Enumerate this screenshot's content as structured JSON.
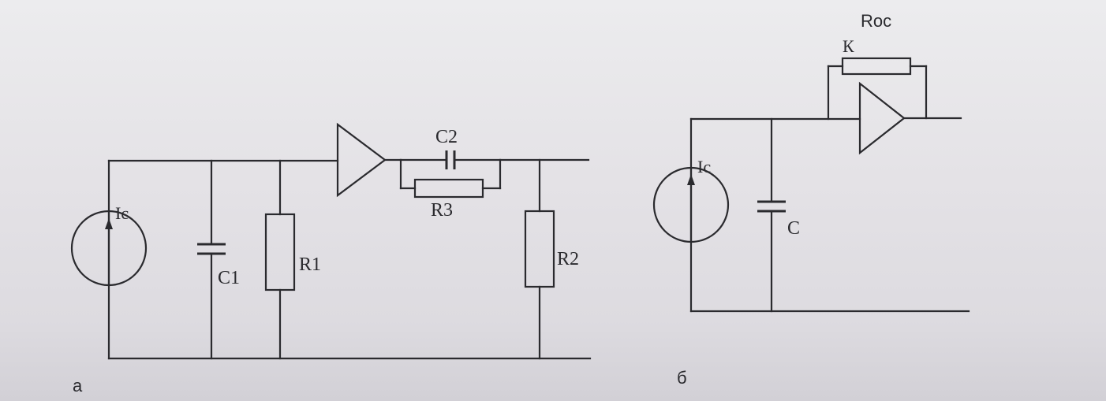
{
  "diagram_a": {
    "caption": "а",
    "source_label": "Ic",
    "c1_label": "C1",
    "r1_label": "R1",
    "c2_label": "C2",
    "r3_label": "R3",
    "r2_label": "R2"
  },
  "diagram_b": {
    "caption": "б",
    "source_label": "Ic",
    "c_label": "C",
    "roc_label": "Roc",
    "k_label": "К"
  },
  "colors": {
    "ink": "#2a2a2e",
    "paper": "#e6e4e8"
  }
}
